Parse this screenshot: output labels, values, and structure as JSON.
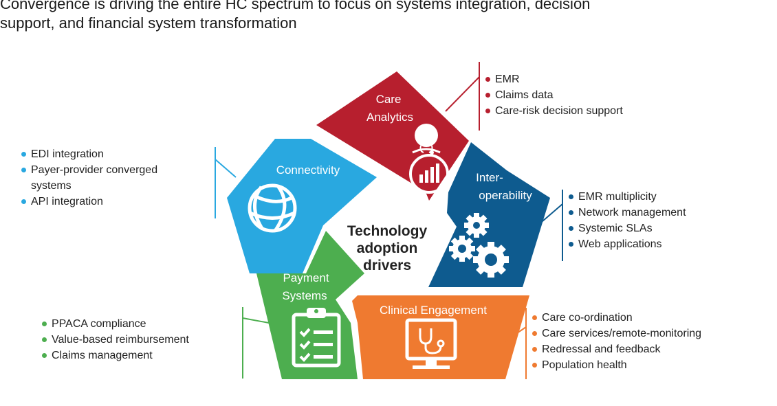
{
  "title": {
    "line1": "Convergence is driving the entire HC spectrum to focus on systems integration, decision",
    "line2": "support, and financial system transformation"
  },
  "center": {
    "line1": "Technology",
    "line2": "adoption",
    "line3": "drivers"
  },
  "colors": {
    "care_analytics": "#b71f2e",
    "connectivity": "#29a8e0",
    "interoperability": "#0e5b8f",
    "payment_systems": "#4dae4f",
    "clinical_engagement": "#ef7a30"
  },
  "segments": {
    "care_analytics": {
      "label_line1": "Care",
      "label_line2": "Analytics",
      "icon": "person-with-chart-icon",
      "bullets": [
        "EMR",
        "Claims data",
        "Care-risk decision support"
      ]
    },
    "connectivity": {
      "label": "Connectivity",
      "icon": "globe-network-icon",
      "bullets": [
        "EDI integration",
        "Payer-provider converged",
        "systems",
        "API integration"
      ]
    },
    "interoperability": {
      "label_line1": "Inter-",
      "label_line2": "operability",
      "icon": "gears-icon",
      "bullets": [
        "EMR multiplicity",
        "Network management",
        "Systemic SLAs",
        "Web applications"
      ]
    },
    "payment_systems": {
      "label_line1": "Payment",
      "label_line2": "Systems",
      "icon": "clipboard-checklist-icon",
      "bullets": [
        "PPACA compliance",
        "Value-based reimbursement",
        "Claims management"
      ]
    },
    "clinical_engagement": {
      "label": "Clinical Engagement",
      "icon": "monitor-stethoscope-icon",
      "bullets": [
        "Care co-ordination",
        "Care services/remote-monitoring",
        "Redressal and feedback",
        "Population health"
      ]
    }
  }
}
